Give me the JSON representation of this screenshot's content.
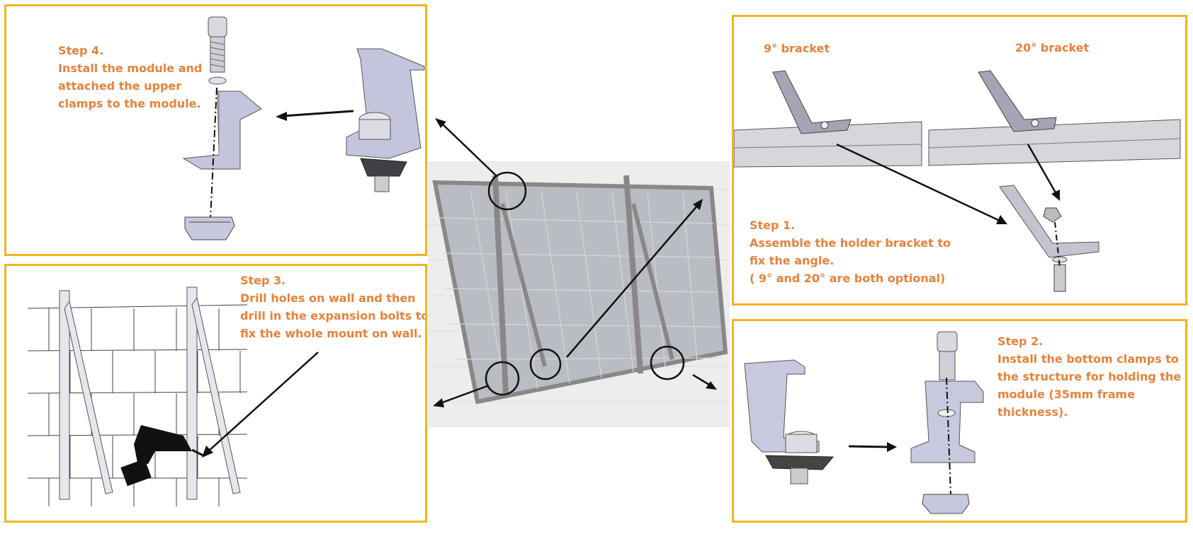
{
  "step4": {
    "heading": "Step 4.",
    "lines": [
      "Install the module and",
      "attached the upper",
      "clamps to the module."
    ]
  },
  "step3": {
    "heading": "Step 3.",
    "lines": [
      "Drill holes on wall and then",
      "drill in the expansion bolts to",
      "fix the whole mount on wall."
    ]
  },
  "step1": {
    "label_9": "9°  bracket",
    "label_20": "20°  bracket",
    "heading": "Step 1.",
    "lines": [
      "Assemble the holder bracket to",
      "fix the angle.",
      "( 9°  and 20°  are both optional)"
    ]
  },
  "step2": {
    "heading": "Step 2.",
    "lines": [
      "Install the bottom clamps to",
      "the structure for holding the",
      "module (35mm frame",
      "thickness)."
    ]
  },
  "colors": {
    "panel_border": "#f2b520",
    "step_text": "#e8823a",
    "arrow": "#111111",
    "metal": "#b8b8d0"
  }
}
